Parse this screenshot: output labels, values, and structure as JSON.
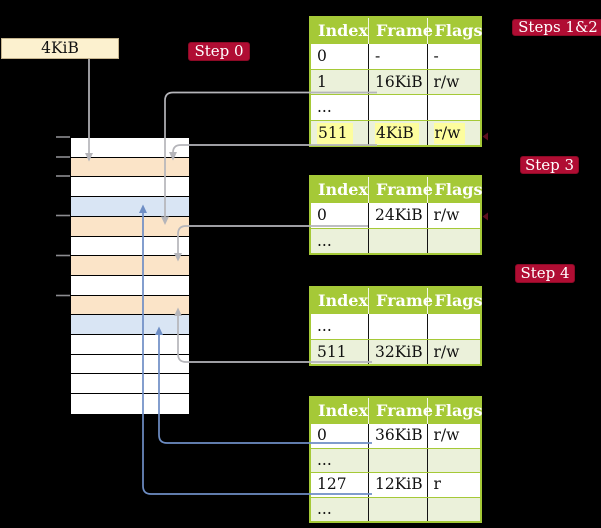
{
  "figure": {
    "description_labels": {
      "step0": "Step 0",
      "steps12": "Steps 1&2",
      "step3": "Step 3",
      "step4": "Step 4"
    },
    "frame_box": {
      "label": "4KiB"
    }
  },
  "colors": {
    "background": "#000000",
    "step_label_bg": "#B00D33",
    "table_header_bg": "#A5C937",
    "table_row_shade": "#EBF1DA",
    "highlight_yellow": "#FDFD9E",
    "frame_box_bg": "#FCF1CF",
    "memory_page_table_frame": "#FBE4C8",
    "memory_mapped_frame": "#D9E5F4",
    "arrow_gray": "#B5B5BA",
    "arrow_blue": "#6E8EC5"
  },
  "memory_strip": {
    "rows": [
      "free",
      "page-table",
      "free",
      "mapped",
      "page-table",
      "free",
      "page-table",
      "free",
      "page-table",
      "mapped",
      "free",
      "free",
      "free",
      "free"
    ]
  },
  "tables": [
    {
      "headers": [
        "Index",
        "Frame",
        "Flags"
      ],
      "rows": [
        {
          "cells": [
            "0",
            "-",
            "-"
          ]
        },
        {
          "cells": [
            "1",
            "16KiB",
            "r/w"
          ]
        },
        {
          "cells": [
            "...",
            "",
            ""
          ]
        },
        {
          "cells": [
            "511",
            "4KiB",
            "r/w"
          ]
        }
      ]
    },
    {
      "headers": [
        "Index",
        "Frame",
        "Flags"
      ],
      "rows": [
        {
          "cells": [
            "0",
            "24KiB",
            "r/w"
          ]
        },
        {
          "cells": [
            "...",
            "",
            ""
          ]
        }
      ]
    },
    {
      "headers": [
        "Index",
        "Frame",
        "Flags"
      ],
      "rows": [
        {
          "cells": [
            "...",
            "",
            ""
          ]
        },
        {
          "cells": [
            "511",
            "32KiB",
            "r/w"
          ]
        }
      ]
    },
    {
      "headers": [
        "Index",
        "Frame",
        "Flags"
      ],
      "rows": [
        {
          "cells": [
            "0",
            "36KiB",
            "r/w"
          ]
        },
        {
          "cells": [
            "...",
            "",
            ""
          ]
        },
        {
          "cells": [
            "127",
            "12KiB",
            "r"
          ]
        },
        {
          "cells": [
            "...",
            "",
            ""
          ]
        }
      ]
    }
  ]
}
